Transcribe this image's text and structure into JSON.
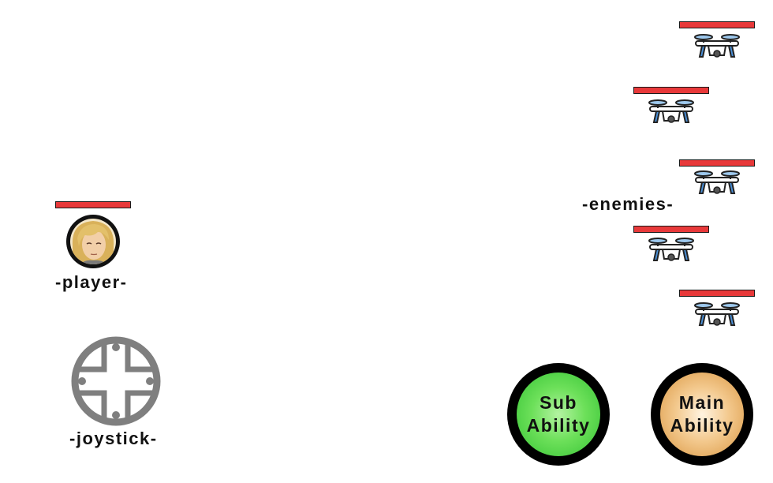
{
  "player": {
    "label": "-player-",
    "health_fraction": 1.0,
    "avatar_icon": "blonde-character-portrait-icon"
  },
  "enemies": {
    "label": "-enemies-",
    "items": [
      {
        "type": "drone",
        "health_fraction": 1.0
      },
      {
        "type": "drone",
        "health_fraction": 1.0
      },
      {
        "type": "drone",
        "health_fraction": 1.0
      },
      {
        "type": "drone",
        "health_fraction": 1.0
      },
      {
        "type": "drone",
        "health_fraction": 1.0
      }
    ]
  },
  "joystick": {
    "label": "-joystick-",
    "icon": "dpad-joystick-icon"
  },
  "abilities": {
    "sub": {
      "line1": "Sub",
      "line2": "Ability",
      "color": "#3ed63e"
    },
    "main": {
      "line1": "Main",
      "line2": "Ability",
      "color": "#e2a65c"
    }
  },
  "colors": {
    "health_bar": "#e8393a",
    "joystick": "#7f7f7f"
  }
}
